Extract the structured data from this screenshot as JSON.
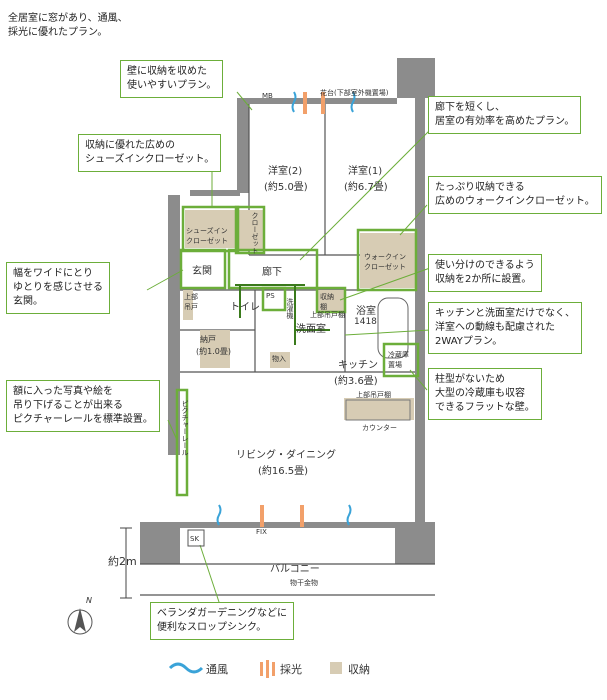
{
  "callouts": {
    "top_left": "全居室に窓があり、通風、\n採光に優れたプラン。",
    "wall_storage": "壁に収納を収めた\n使いやすいプラン。",
    "shoes_in": "収納に優れた広めの\nシューズインクローゼット。",
    "wide_entrance": "幅をワイドにとり\nゆとりを感じさせる\n玄関。",
    "picture_rail": "額に入った写真や絵を\n吊り下げることが出来る\nピクチャーレールを標準設置。",
    "short_hallway": "廊下を短くし、\n居室の有効率を高めたプラン。",
    "walk_in": "たっぷり収納できる\n広めのウォークインクローゼット。",
    "two_places": "使い分けのできるよう\n収納を2か所に設置。",
    "two_way": "キッチンと洗面室だけでなく、\n洋室への動線も配慮された\n2WAYプラン。",
    "flat_wall": "柱型がないため\n大型の冷蔵庫も収容\nできるフラットな壁。",
    "slop_sink": "ベランダガーデニングなどに\n便利なスロップシンク。"
  },
  "rooms": {
    "western2": "洋室(2)",
    "western2_size": "(約5.0畳)",
    "western1": "洋室(1)",
    "western1_size": "(約6.7畳)",
    "hallway": "廊下",
    "entrance": "玄関",
    "toilet": "トイレ",
    "washroom": "洗面室",
    "bath": "浴室",
    "bath_size": "1418",
    "kitchen": "キッチン",
    "kitchen_size": "(約3.6畳)",
    "living": "リビング・ダイニング",
    "living_size": "(約16.5畳)",
    "balcony": "バルコニー",
    "storage_room": "納戸",
    "storage_size": "(約1.0畳)"
  },
  "small_labels": {
    "mb": "MB",
    "planter": "花台(下部室外機置場)",
    "shoes_in_closet": "シューズイン\nクローゼット",
    "closet": "クローゼット",
    "walkin": "ウォークイン\nクローゼット",
    "linen": "収納\n棚",
    "counter": "カウンター",
    "upper_cabinet": "上部吊戸棚",
    "fridge": "冷蔵庫\n置場",
    "fix": "FIX",
    "sk": "SK",
    "drying": "物干金物",
    "shelf": "上部\n吊戸",
    "storage_in": "物入",
    "picture_rail": "ピクチャーレール",
    "wash_machine": "洗濯機",
    "ps": "PS"
  },
  "dimension": "約2m",
  "compass": "N",
  "legend": {
    "ventilation": "通風",
    "lighting": "採光",
    "storage": "収納"
  },
  "colors": {
    "accent_green": "#6cae3a",
    "storage_fill": "#d7ccb4",
    "wall": "#8c8c8c",
    "ventilation": "#3aa3d8",
    "lighting": "#f2a06a"
  }
}
